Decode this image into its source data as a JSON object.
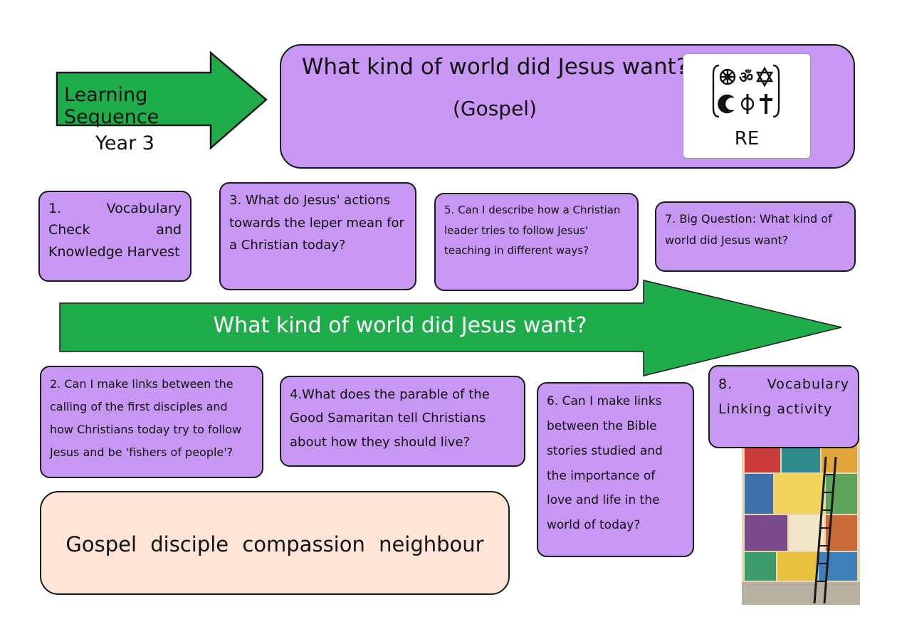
{
  "header": {
    "sequence_label": "Learning Sequence",
    "year_label": "Year 3",
    "title_line1": "What kind of world did Jesus want?",
    "title_line2": "(Gospel)",
    "re_label": "RE"
  },
  "big_question_banner": "What kind of world did Jesus want?",
  "steps": [
    {
      "text": "1. Vocabulary Check and Knowledge Harvest"
    },
    {
      "text": "2. Can I make links between the calling of the first disciples and how Christians today try to follow Jesus and be 'fishers of people'?"
    },
    {
      "text": "3. What do Jesus' actions towards the leper mean for a Christian today?"
    },
    {
      "text": "4.What does the parable of the Good Samaritan tell Christians about how they should live?"
    },
    {
      "text": "5. Can I describe how a Christian leader tries to follow Jesus' teaching in different ways?"
    },
    {
      "text": "6. Can I make links between the Bible stories studied and the importance of love and life in the world of today?"
    },
    {
      "text": "7. Big Question: What kind of world did Jesus want?"
    },
    {
      "text": "8. Vocabulary Linking activity"
    }
  ],
  "vocabulary": "Gospel disciple compassion neighbour",
  "colors": {
    "arrow_green": "#1fac4b",
    "card_purple": "#c897f4",
    "vocab_peach": "#fde4d6"
  },
  "icons": [
    "dharma-wheel-icon",
    "om-icon",
    "star-of-david-icon",
    "crescent-icon",
    "khanda-icon",
    "cross-icon"
  ]
}
